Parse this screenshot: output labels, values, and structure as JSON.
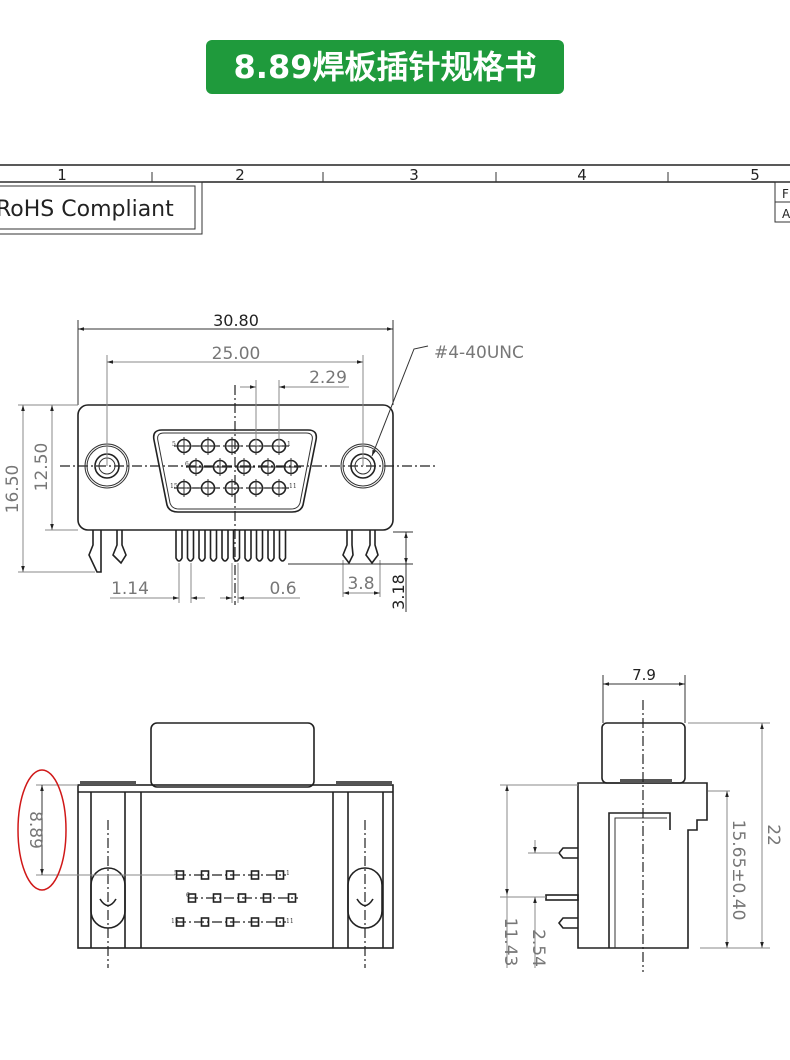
{
  "title": "8.89焊板插针规格书",
  "colors": {
    "banner": "#1f9a3c",
    "highlight": "#d01818"
  },
  "frame": {
    "zones": [
      "1",
      "2",
      "3",
      "4",
      "5"
    ],
    "rohs_label": "RoHS Compliant",
    "corner_cells": [
      "F",
      "A"
    ]
  },
  "front_view": {
    "dims": {
      "overall_width": "30.80",
      "mount_pitch": "25.00",
      "pin_pitch": "2.29",
      "overall_height": "16.50",
      "flange_height": "12.50",
      "thread": "#4-40UNC",
      "pin_spacing": "1.14",
      "pin_width": "0.6",
      "board_lock_width": "3.8",
      "pin_length": "3.18"
    },
    "pin_labels": {
      "p5": "5",
      "p1": "1",
      "p6": "6",
      "p15": "15",
      "p11": "11"
    }
  },
  "bottom_view": {
    "dims": {
      "row_offset": "8.89"
    },
    "pin_labels": {
      "p5": "5",
      "p1": "1",
      "p6": "6",
      "p15": "15",
      "p11": "11"
    }
  },
  "side_view": {
    "dims": {
      "shell_depth": "7.9",
      "total_height": "22",
      "body_height": "15.65±0.40",
      "row_height": "11.43",
      "row_pitch": "2.54"
    }
  }
}
